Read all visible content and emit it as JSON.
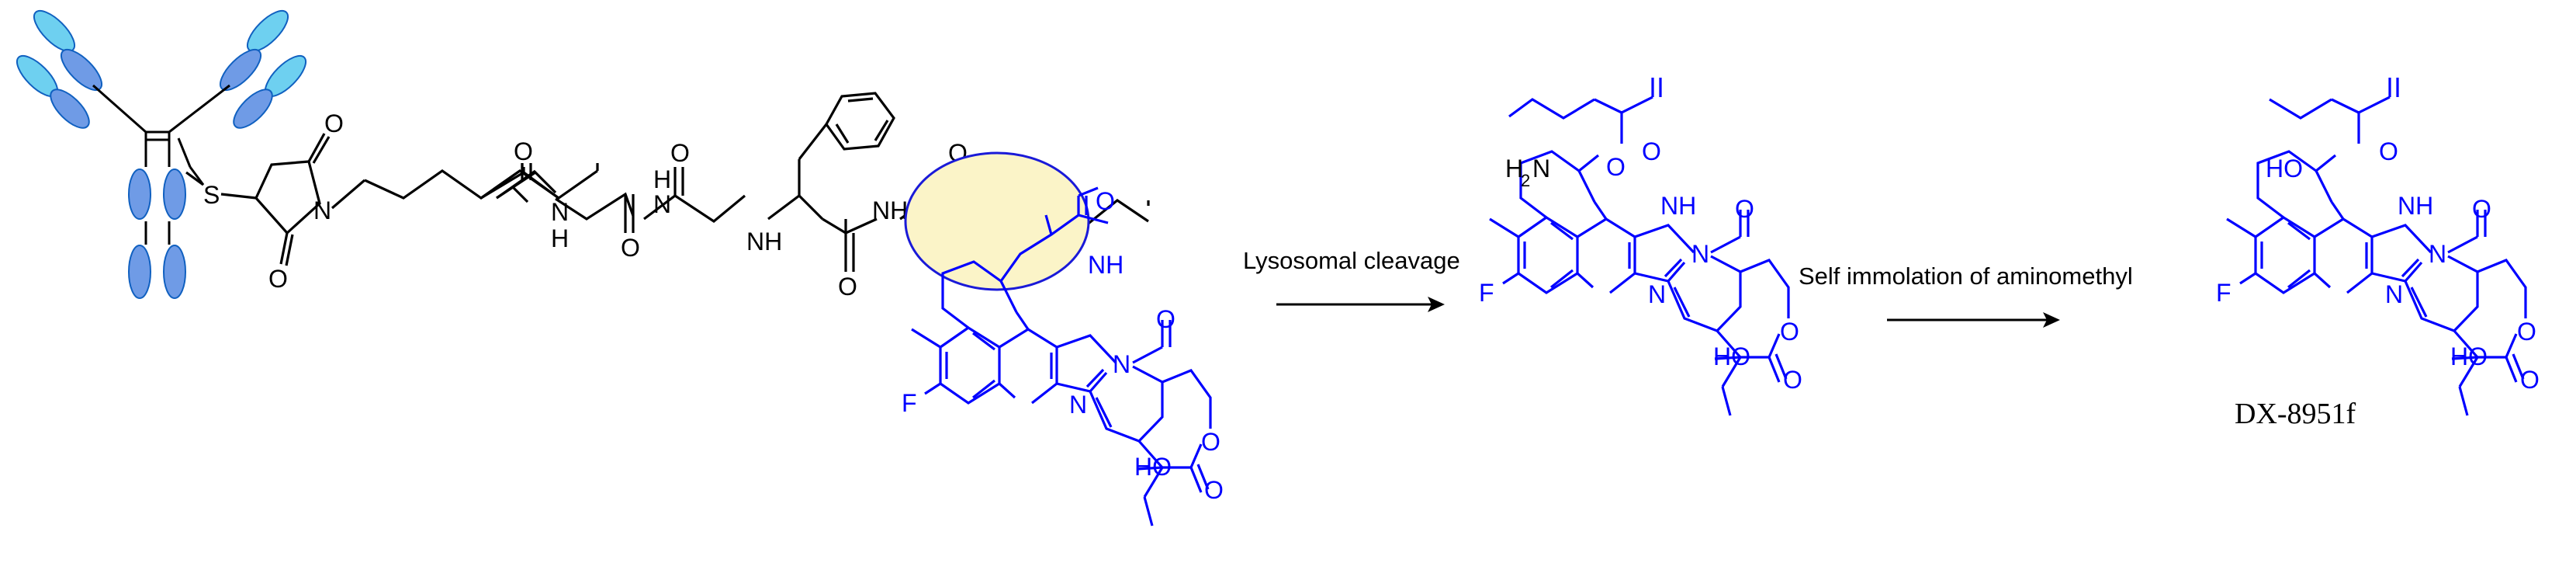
{
  "colors": {
    "bond_black": "#000000",
    "bond_blue": "#0000ff",
    "antibody_dark": "#6f9be6",
    "antibody_light": "#6ed0f0",
    "antibody_stroke": "#1060c0",
    "highlight_fill": "#fbf4c8"
  },
  "icons": {
    "antibody": "antibody-glyph"
  },
  "reaction": {
    "step1_label": "Lysosomal cleavage",
    "step2_label": "Self immolation of aminomethyl",
    "product_name": "DX-8951f"
  },
  "atoms": {
    "S": "S",
    "O": "O",
    "N": "N",
    "NH": "NH",
    "H": "H",
    "F": "F",
    "HO": "HO",
    "H2": "H",
    "sub2": "2"
  }
}
